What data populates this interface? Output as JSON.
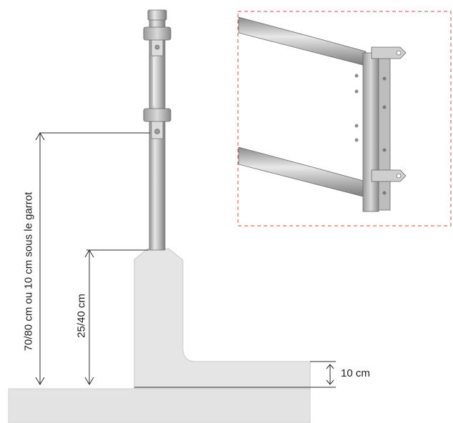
{
  "dimensions": {
    "total_height_label": "70/80 cm ou 10 cm sous le garrot",
    "curb_height_label": "25/40 cm",
    "step_height_label": "10 cm"
  },
  "colors": {
    "concrete": "#e3e3e3",
    "concrete_edge": "#c9c9c9",
    "steel": "#c8c8c8",
    "steel_dark": "#8d8d8d",
    "dimension_line": "#2a2a2a",
    "detail_frame": "#e0443c"
  }
}
